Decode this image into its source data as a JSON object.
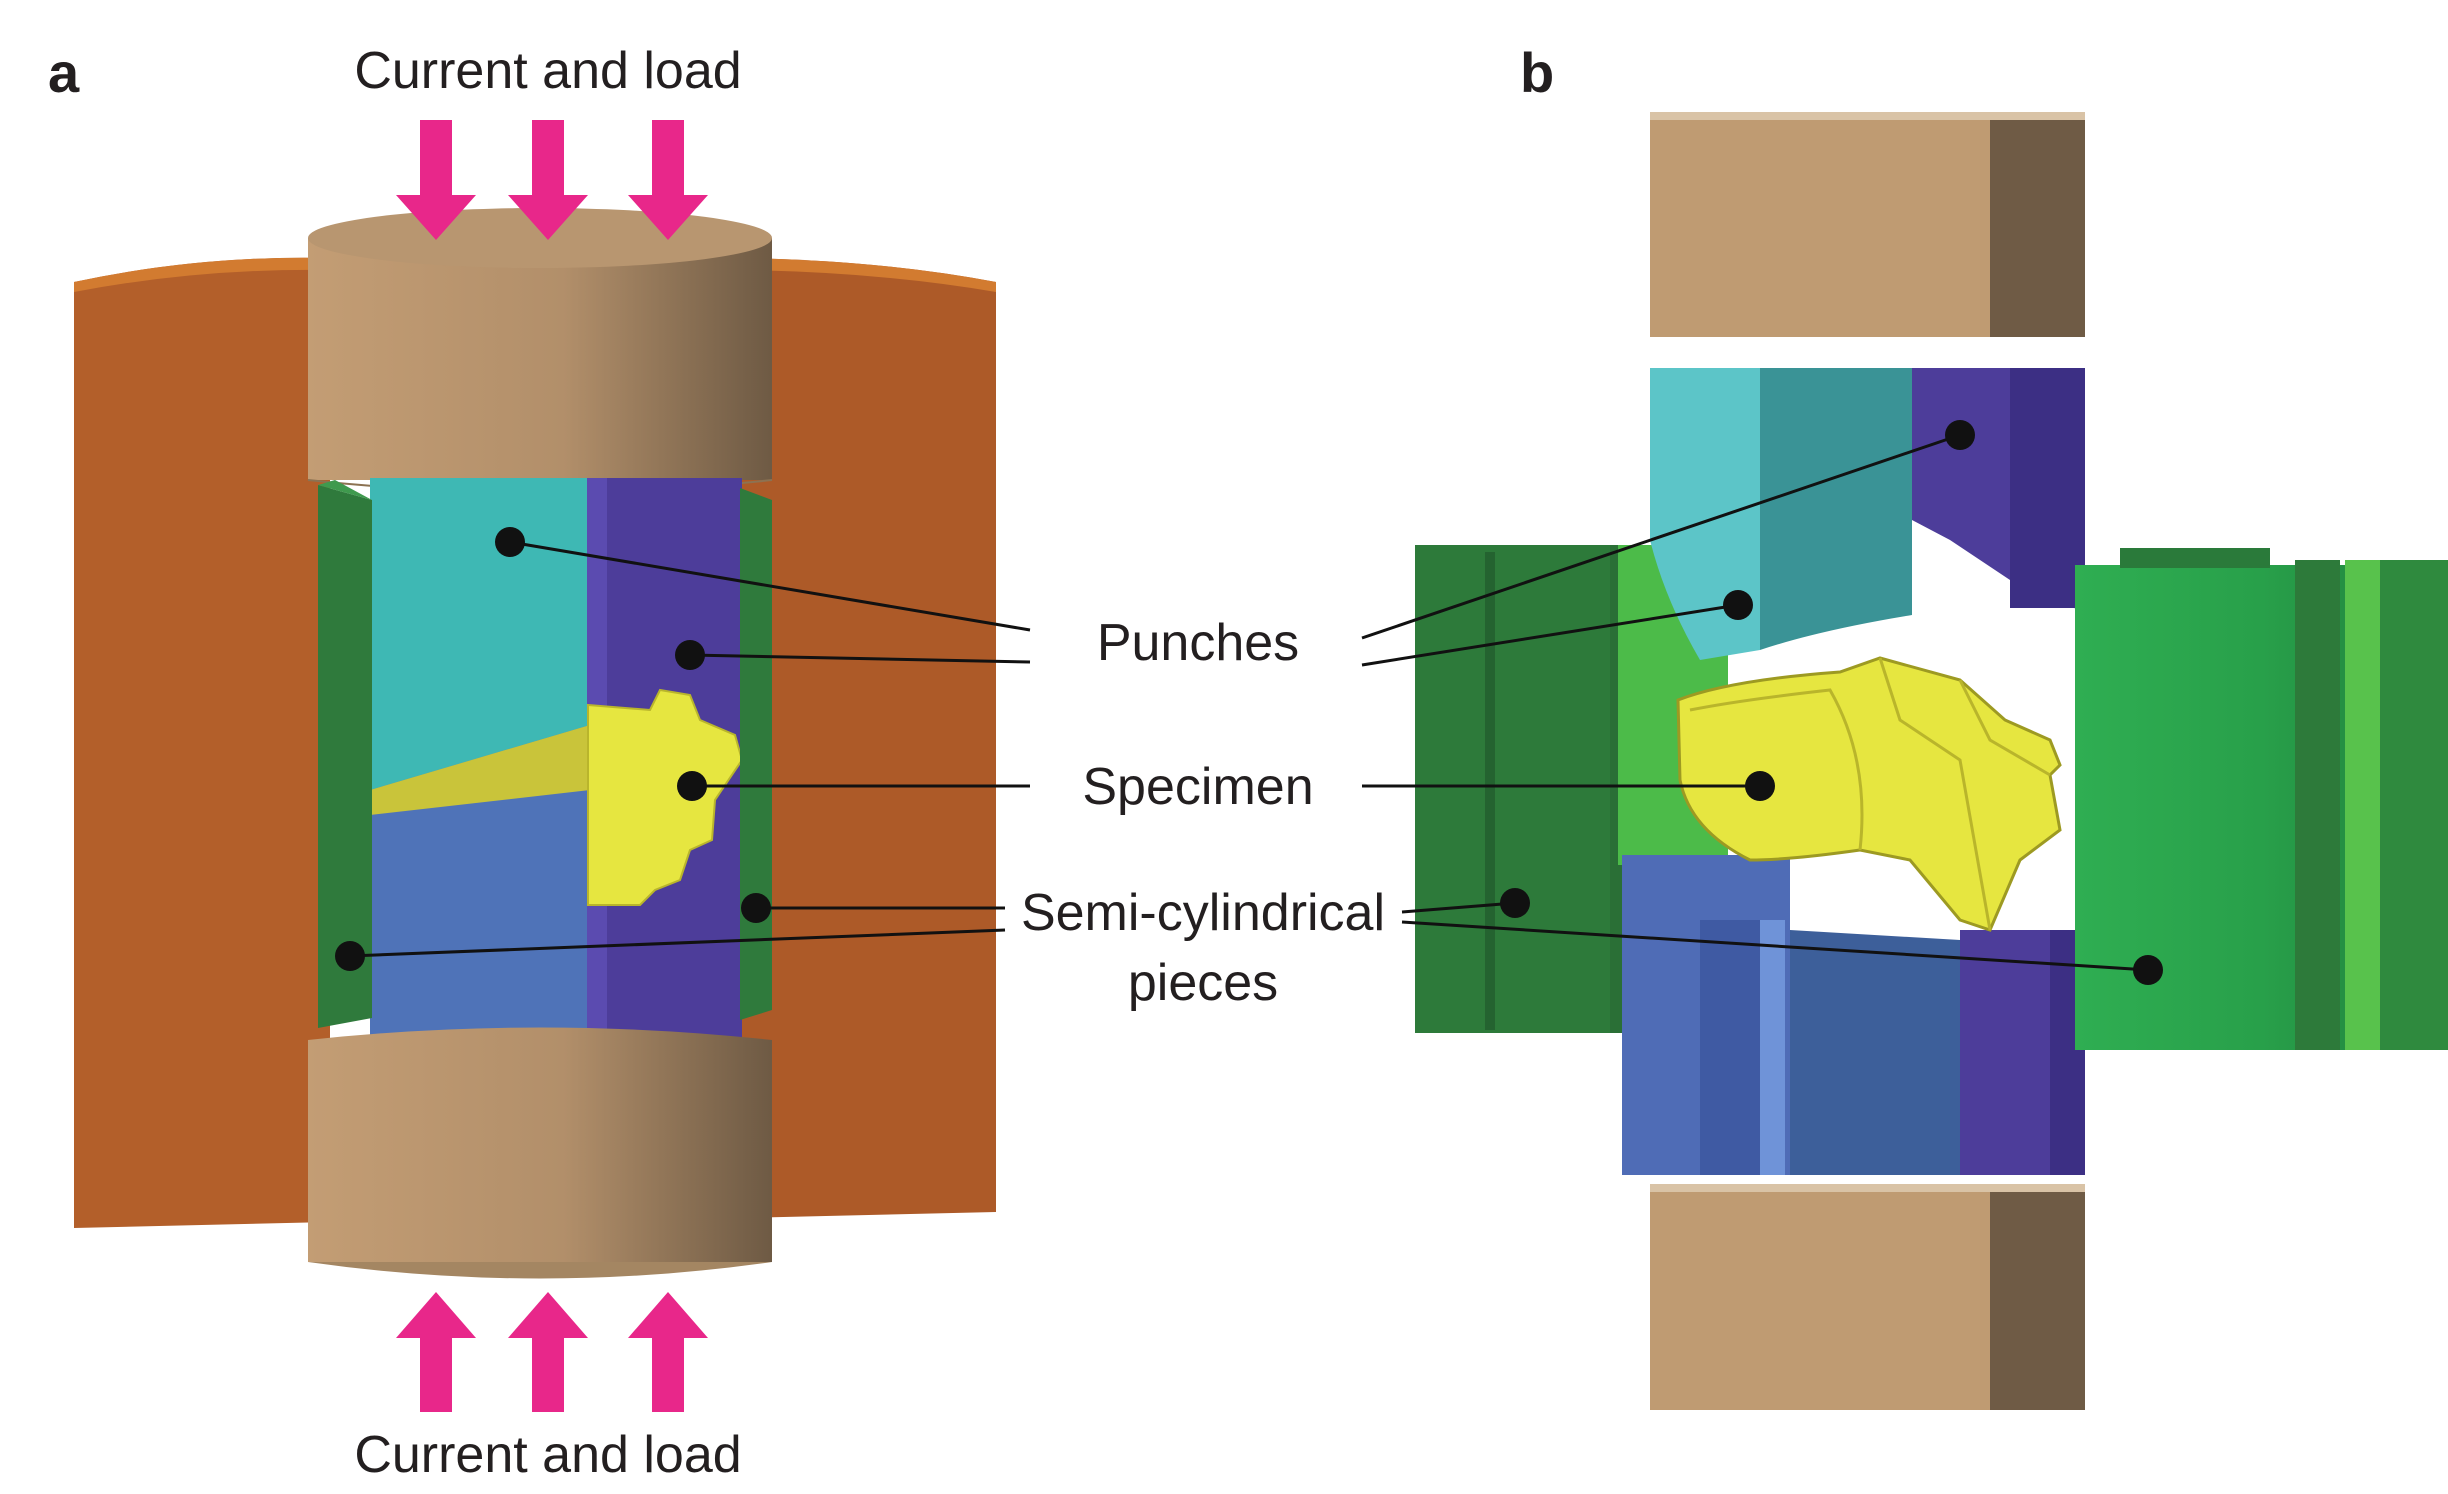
{
  "panel_a": {
    "letter": "a",
    "top_label": "Current and load",
    "bottom_label": "Current and load"
  },
  "panel_b": {
    "letter": "b"
  },
  "callouts": {
    "punches": "Punches",
    "specimen": "Specimen",
    "semi_cyl_line1": "Semi-cylindrical",
    "semi_cyl_line2": "pieces"
  },
  "colors": {
    "graphite_die": "#b35f2a",
    "electrode": "#b79670",
    "punch_cyan": "#4cc0c0",
    "punch_purple": "#4d3d9a",
    "punch_blue": "#4f73b8",
    "specimen": "#e6e640",
    "semi_cylinder": "#2f7a3c",
    "arrow": "#e8278a"
  }
}
